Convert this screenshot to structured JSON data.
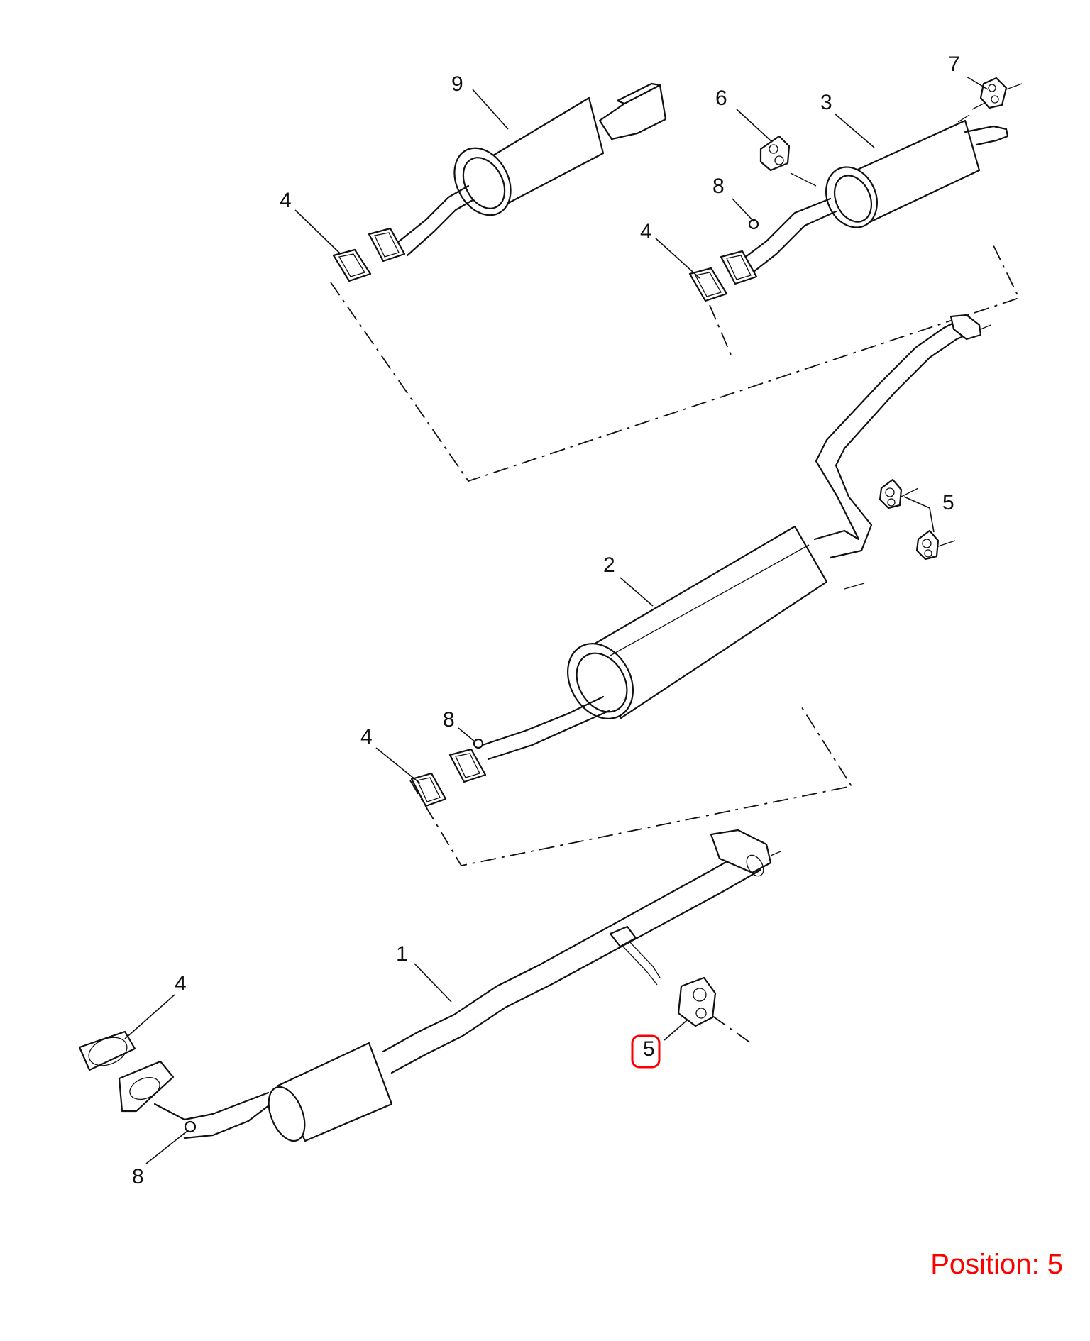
{
  "position_label": "Position: 5",
  "highlight_color": "#ff0000",
  "callouts": {
    "c1": "1",
    "c2": "2",
    "c3": "3",
    "c4a": "4",
    "c4b": "4",
    "c4c": "4",
    "c4d": "4",
    "c5a": "5",
    "c5b": "5",
    "c6": "6",
    "c7": "7",
    "c8a": "8",
    "c8b": "8",
    "c8c": "8",
    "c9": "9"
  },
  "highlighted_callout": "5"
}
